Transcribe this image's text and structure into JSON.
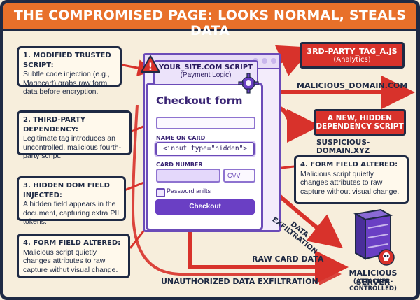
{
  "title": "THE COMPROMISED PAGE: LOOKS NORMAL, STEALS DATA",
  "callouts": [
    {
      "heading": "1. MODIFIED TRUSTED SCRIPT:",
      "body": "Subtle code injection (e.g., Magecart) grabs raw form data before encryption."
    },
    {
      "heading": "2. THIRD-PARTY DEPENDENCY:",
      "body": "Legitimate tag introduces an uncontrolled, malicious fourth-party script."
    },
    {
      "heading": "3. HIDDEN DOM FIELD INJECTED:",
      "body": "A hidden field appears in the document, capturing extra PII tokens."
    },
    {
      "heading": "4. FORM FIELD ALTERED:",
      "body": "Malicious script quietly changes attributes to raw capture withut visual change."
    },
    {
      "heading": "4. FORM FIELD ALTERED:",
      "body": "Malicious script quietly changes attributes to raw capture without visual change."
    }
  ],
  "site_script": {
    "line1": "YOUR_SITE.COM SCRIPT",
    "line2": "(Payment Logic)"
  },
  "form": {
    "title": "Checkout form",
    "name_label": "NAME ON CARD",
    "hidden_field": "<input type=\"hidden\">",
    "card_label": "CARD NUMBER",
    "cvv_placeholder": "CVV",
    "checkbox_label": "Password anilts",
    "submit": "Checkout"
  },
  "third_party": {
    "line1": "3RD-PARTY_TAG_A.JS",
    "line2": "(Analytics)"
  },
  "malicious_domain": "MALICIOUS_DOMAIN.COM",
  "hidden_dependency": {
    "line1": "A NEW, HIDDEN",
    "line2": "DEPENDENCY SCRIPT"
  },
  "suspicious_domain": "SUSPICIOUS-DOMAIN.XYZ",
  "data_exfiltration": {
    "line1": "DATA",
    "line2": "EXFILTRATION"
  },
  "raw_card_data": "RAW CARD DATA",
  "unauthorized": "UNAUTHORIZED DATA EXFILTRATION",
  "server": {
    "line1": "MALICIOUS SERVER",
    "line2": "(ATTACKER-CONTROLLED)"
  },
  "warning_glyph": "!",
  "colors": {
    "title_bg": "#e8702a",
    "arrow_red": "#d8322b",
    "form_purple": "#6a3fc4",
    "navy": "#1f2a44"
  },
  "icons": [
    "warning-icon",
    "gear-icon",
    "server-icon",
    "skull-icon"
  ]
}
